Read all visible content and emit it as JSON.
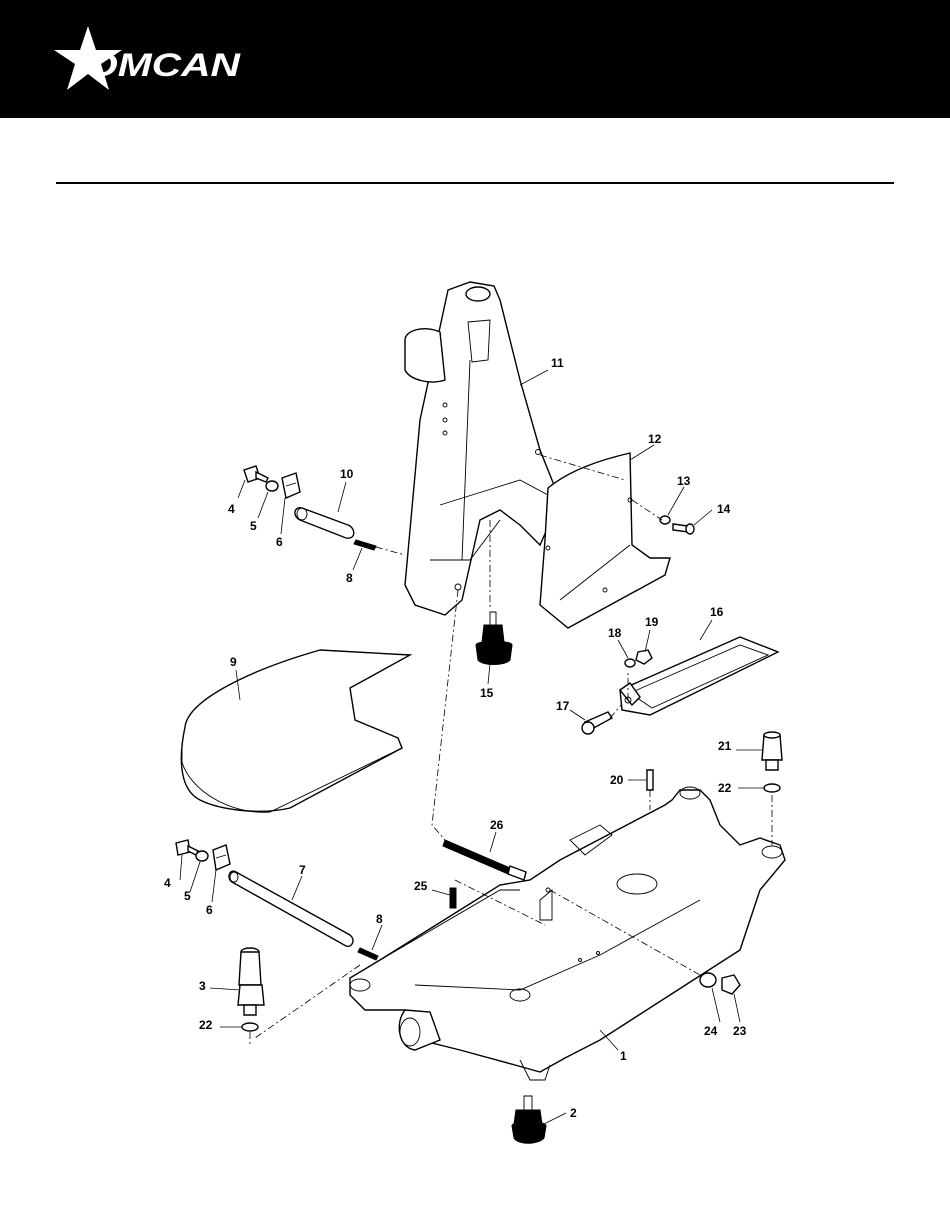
{
  "header": {
    "brand": "OMCAN",
    "brand_color": "#000000",
    "text_color": "#ffffff"
  },
  "diagram": {
    "callouts": [
      {
        "id": "c1",
        "label": "1"
      },
      {
        "id": "c2",
        "label": "2"
      },
      {
        "id": "c3",
        "label": "3"
      },
      {
        "id": "c4a",
        "label": "4"
      },
      {
        "id": "c5a",
        "label": "5"
      },
      {
        "id": "c6a",
        "label": "6"
      },
      {
        "id": "c4b",
        "label": "4"
      },
      {
        "id": "c5b",
        "label": "5"
      },
      {
        "id": "c6b",
        "label": "6"
      },
      {
        "id": "c7",
        "label": "7"
      },
      {
        "id": "c8a",
        "label": "8"
      },
      {
        "id": "c8b",
        "label": "8"
      },
      {
        "id": "c9",
        "label": "9"
      },
      {
        "id": "c10",
        "label": "10"
      },
      {
        "id": "c11",
        "label": "11"
      },
      {
        "id": "c12",
        "label": "12"
      },
      {
        "id": "c13",
        "label": "13"
      },
      {
        "id": "c14",
        "label": "14"
      },
      {
        "id": "c15",
        "label": "15"
      },
      {
        "id": "c16",
        "label": "16"
      },
      {
        "id": "c17",
        "label": "17"
      },
      {
        "id": "c18",
        "label": "18"
      },
      {
        "id": "c19",
        "label": "19"
      },
      {
        "id": "c20",
        "label": "20"
      },
      {
        "id": "c21",
        "label": "21"
      },
      {
        "id": "c22a",
        "label": "22"
      },
      {
        "id": "c22b",
        "label": "22"
      },
      {
        "id": "c23",
        "label": "23"
      },
      {
        "id": "c24",
        "label": "24"
      },
      {
        "id": "c25",
        "label": "25"
      },
      {
        "id": "c26",
        "label": "26"
      }
    ]
  }
}
